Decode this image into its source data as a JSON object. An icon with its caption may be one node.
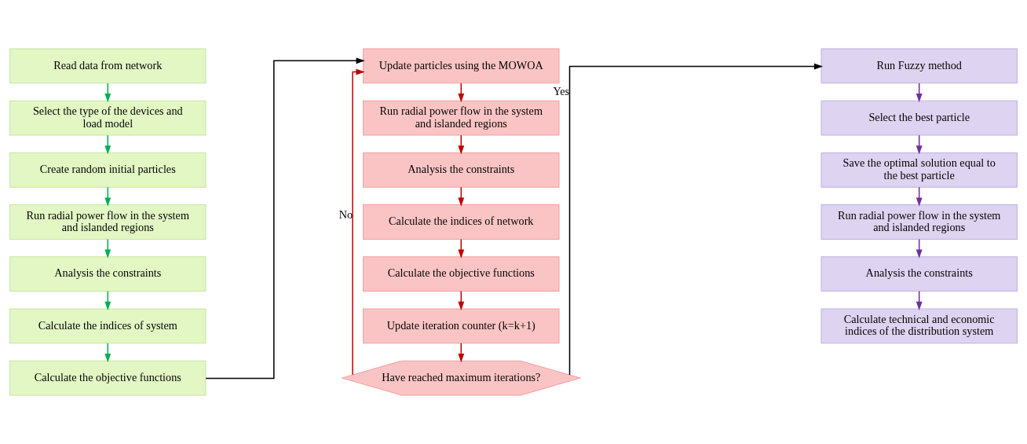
{
  "diagram": {
    "nodes": [
      {
        "text": [
          "Read data from network"
        ]
      },
      {
        "text": [
          "Select the type of the devices and load model"
        ]
      },
      {
        "text": [
          "Create random initial particles"
        ]
      },
      {
        "text": [
          "Run radial power flow in the system and islanded regions"
        ]
      },
      {
        "text": [
          "Analysis the constraints"
        ]
      },
      {
        "text": [
          "Calculate the indices of system"
        ]
      },
      {
        "text": [
          "Calculate the objective functions"
        ]
      },
      {
        "text": [
          "Update particles using the MOWOA"
        ]
      },
      {
        "text": [
          "Run radial power flow in the system and islanded regions"
        ]
      },
      {
        "text": [
          "Analysis the constraints"
        ]
      },
      {
        "text": [
          "Calculate the indices of network"
        ]
      },
      {
        "text": [
          "Calculate the objective functions"
        ]
      },
      {
        "text": [
          "Update iteration counter (k=k+1)"
        ]
      },
      {
        "text": [
          "Have reached maximum iterations?"
        ]
      },
      {
        "text": [
          "Run Fuzzy method"
        ]
      },
      {
        "text": [
          "Select the best particle"
        ]
      },
      {
        "text": [
          "Save the optimal solution equal to the best particle"
        ]
      },
      {
        "text": [
          "Run radial power flow in the system and islanded regions"
        ]
      },
      {
        "text": [
          "Analysis the constraints"
        ]
      },
      {
        "text": [
          "Calculate technical and economic indices of the distribution system"
        ]
      }
    ],
    "edges": [
      {
        "from": 0,
        "to": 1,
        "arrow": "to",
        "color": "#00b050"
      },
      {
        "from": 1,
        "to": 2,
        "arrow": "to",
        "color": "#00b050"
      },
      {
        "from": 2,
        "to": 3,
        "arrow": "to",
        "color": "#00b050"
      },
      {
        "from": 3,
        "to": 4,
        "arrow": "to",
        "color": "#00b050"
      },
      {
        "from": 4,
        "to": 5,
        "arrow": "to",
        "color": "#00b050"
      },
      {
        "from": 5,
        "to": 6,
        "arrow": "to",
        "color": "#00b050"
      },
      {
        "from": 6,
        "to": 7,
        "arrow": "to",
        "color": "#000000"
      },
      {
        "from": 7,
        "to": 8,
        "arrow": "to",
        "color": "#c00000"
      },
      {
        "from": 8,
        "to": 9,
        "arrow": "to",
        "color": "#c00000"
      },
      {
        "from": 9,
        "to": 10,
        "arrow": "to",
        "color": "#c00000"
      },
      {
        "from": 10,
        "to": 11,
        "arrow": "to",
        "color": "#c00000"
      },
      {
        "from": 11,
        "to": 12,
        "arrow": "to",
        "color": "#c00000"
      },
      {
        "from": 12,
        "to": 13,
        "arrow": "to",
        "color": "#c00000"
      },
      {
        "from": 13,
        "to": 7,
        "arrow": "to",
        "label": "No",
        "color": "#c00000"
      },
      {
        "from": 13,
        "to": 14,
        "arrow": "to",
        "label": "Yes",
        "color": "#000000"
      },
      {
        "from": 14,
        "to": 15,
        "arrow": "to",
        "color": "#7030a0"
      },
      {
        "from": 15,
        "to": 16,
        "arrow": "to",
        "color": "#7030a0"
      },
      {
        "from": 16,
        "to": 17,
        "arrow": "to",
        "color": "#7030a0"
      },
      {
        "from": 17,
        "to": 18,
        "arrow": "to",
        "color": "#7030a0"
      },
      {
        "from": 18,
        "to": 19,
        "arrow": "to",
        "color": "#7030a0"
      }
    ]
  }
}
